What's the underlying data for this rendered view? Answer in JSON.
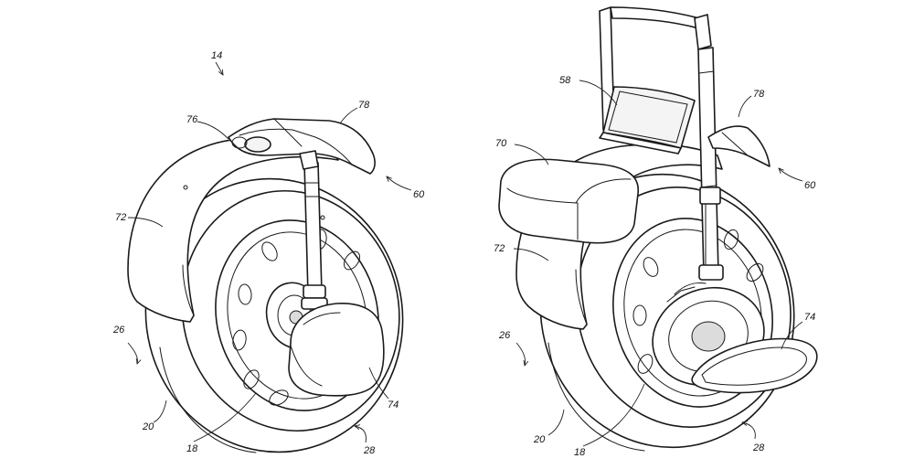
{
  "figure": {
    "left_device": {
      "refs": {
        "r14": "14",
        "r76": "76",
        "r78": "78",
        "r72": "72",
        "r60": "60",
        "r26": "26",
        "r20": "20",
        "r18": "18",
        "r74": "74",
        "r28": "28"
      }
    },
    "right_device": {
      "refs": {
        "r58": "58",
        "r78": "78",
        "r70": "70",
        "r60": "60",
        "r72": "72",
        "r74": "74",
        "r26": "26",
        "r20": "20",
        "r18": "18",
        "r28": "28"
      }
    }
  }
}
